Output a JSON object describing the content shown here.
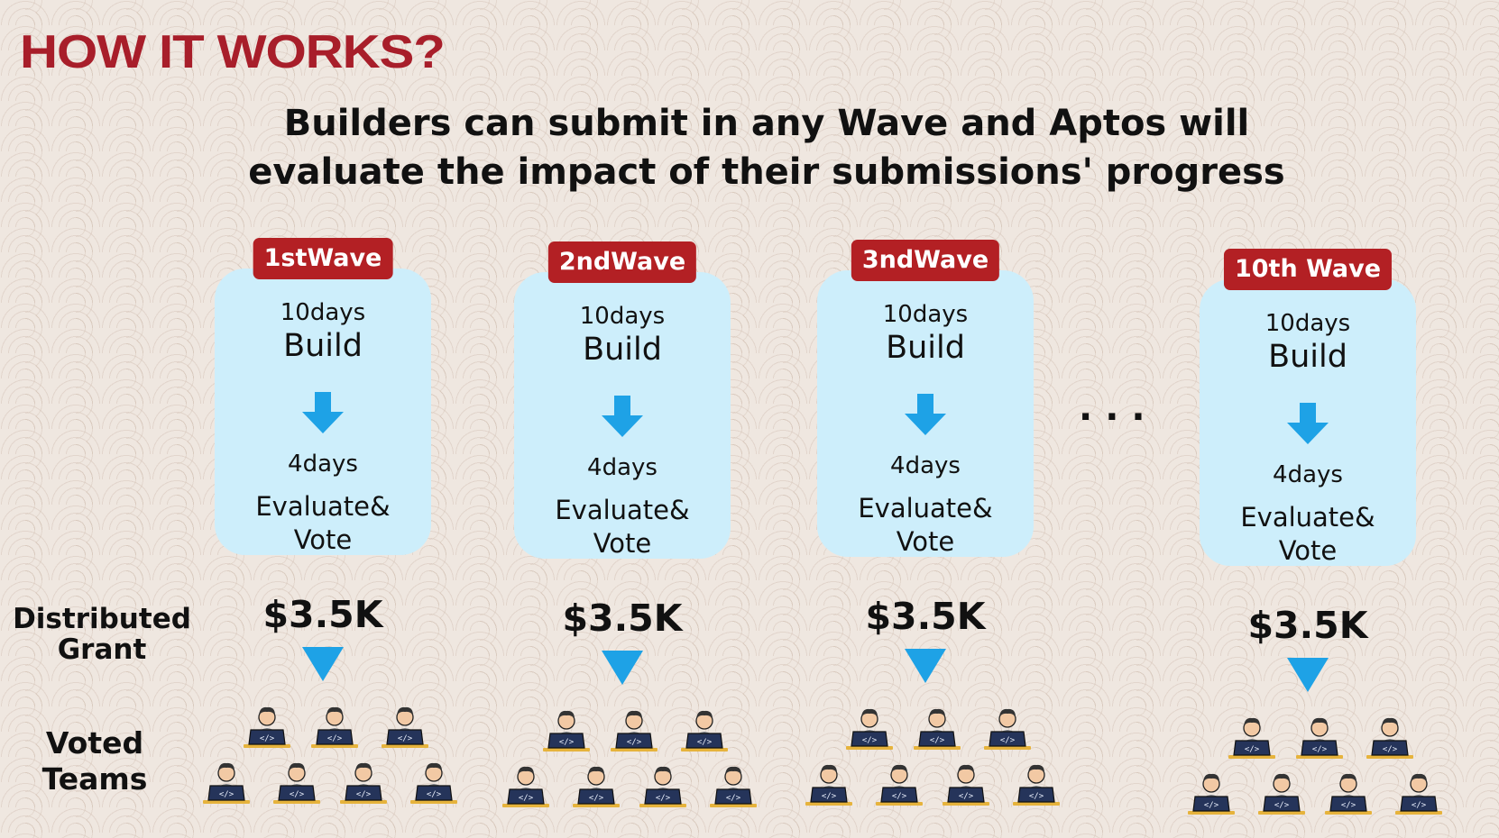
{
  "header": {
    "title": "HOW IT WORKS?",
    "subtitle_line1": "Builders can submit in any Wave and Aptos will",
    "subtitle_line2": "evaluate the impact of their submissions' progress"
  },
  "labels": {
    "distributed_grant_line1": "Distributed",
    "distributed_grant_line2": "Grant",
    "voted_teams_line1": "Voted",
    "voted_teams_line2": "Teams",
    "ellipsis": "..."
  },
  "waves": [
    {
      "name": "1stWave",
      "build_days": "10days",
      "build_label": "Build",
      "eval_days": "4days",
      "eval_label_1": "Evaluate&",
      "eval_label_2": "Vote",
      "grant": "$3.5K"
    },
    {
      "name": "2ndWave",
      "build_days": "10days",
      "build_label": "Build",
      "eval_days": "4days",
      "eval_label_1": "Evaluate&",
      "eval_label_2": "Vote",
      "grant": "$3.5K"
    },
    {
      "name": "3ndWave",
      "build_days": "10days",
      "build_label": "Build",
      "eval_days": "4days",
      "eval_label_1": "Evaluate&",
      "eval_label_2": "Vote",
      "grant": "$3.5K"
    },
    {
      "name": "10th Wave",
      "build_days": "10days",
      "build_label": "Build",
      "eval_days": "4days",
      "eval_label_1": "Evaluate&",
      "eval_label_2": "Vote",
      "grant": "$3.5K"
    }
  ],
  "colors": {
    "title_red": "#a81e2a",
    "badge_red": "#b32024",
    "card_blue": "#cdeefb",
    "arrow_blue": "#1ea2e6"
  },
  "icons": {
    "arrow": "arrow-down-icon",
    "team": "developer-at-laptop-icon"
  }
}
